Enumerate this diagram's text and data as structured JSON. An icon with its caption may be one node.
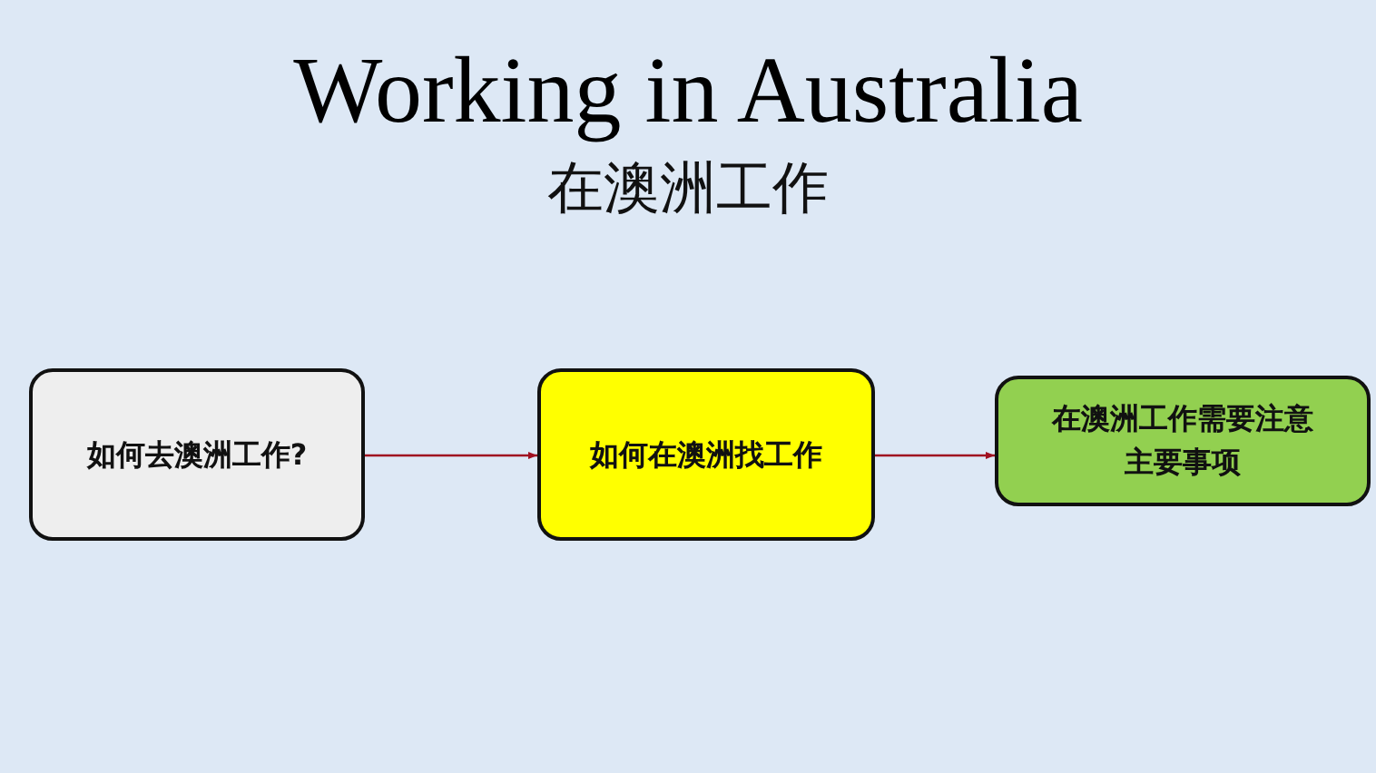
{
  "diagram": {
    "title": "Working in Australia",
    "nodes": [
      {
        "text": [
          "如何去澳洲工作?"
        ]
      },
      {
        "text": [
          "如何在澳洲找工作"
        ]
      },
      {
        "text": [
          "在澳洲工作需要注意主要事项"
        ]
      }
    ],
    "edges": [
      {
        "from": 0,
        "to": 1,
        "arrow": "to"
      },
      {
        "from": 1,
        "to": 2,
        "arrow": "to"
      }
    ],
    "labels": [
      "在澳洲工作"
    ]
  }
}
